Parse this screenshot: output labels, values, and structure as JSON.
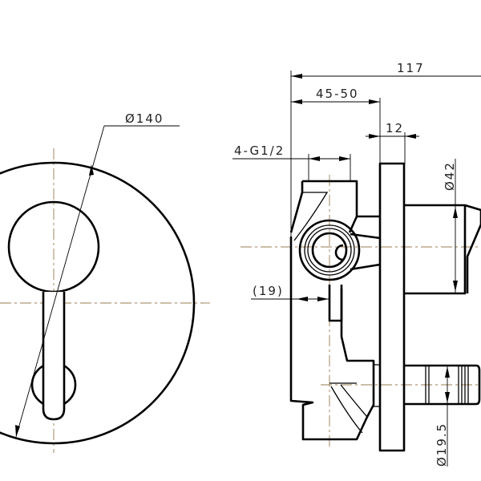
{
  "dimensions": {
    "front_diameter": "Ø140",
    "overall_depth": "117",
    "wall_depth": "45-50",
    "plate_thickness": "12",
    "inlet_thread": "4-G1/2",
    "handle_diameter": "Ø42",
    "offset": "(19)",
    "outlet_diameter": "Ø19.5"
  },
  "colors": {
    "line": "#000000",
    "centerline": "#9a7b4f"
  }
}
